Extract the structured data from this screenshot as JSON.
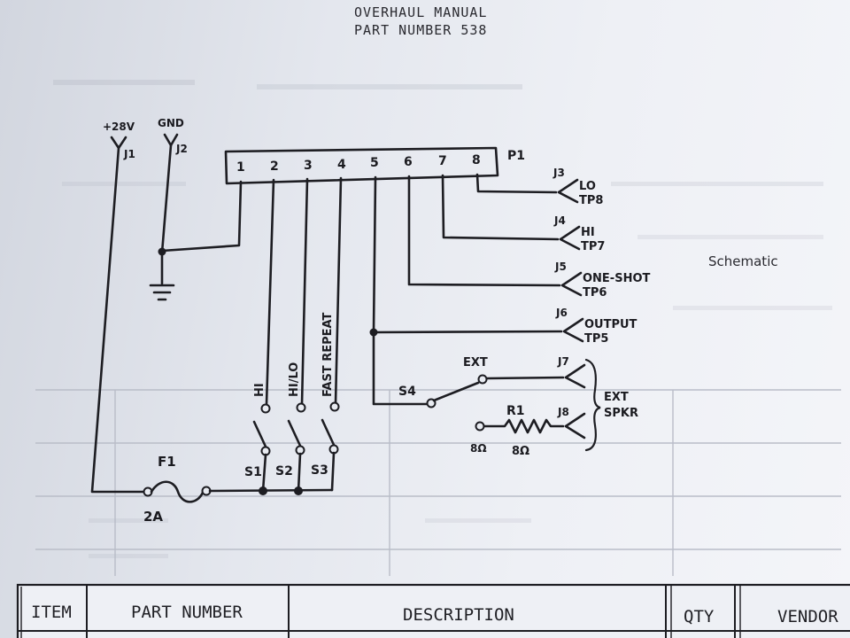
{
  "header": {
    "line1": "OVERHAUL MANUAL",
    "line2": "PART NUMBER 538"
  },
  "schematic_label": "Schematic",
  "power": {
    "plus28": "+28V",
    "j1": "J1",
    "gnd": "GND",
    "j2": "J2"
  },
  "connector": {
    "name": "P1",
    "pins": [
      "1",
      "2",
      "3",
      "4",
      "5",
      "6",
      "7",
      "8"
    ]
  },
  "jacks": [
    {
      "id": "J3",
      "line1": "LO",
      "line2": "TP8"
    },
    {
      "id": "J4",
      "line1": "HI",
      "line2": "TP7"
    },
    {
      "id": "J5",
      "line1": "ONE-SHOT",
      "line2": "TP6"
    },
    {
      "id": "J6",
      "line1": "OUTPUT",
      "line2": "TP5"
    }
  ],
  "switch_labels": {
    "hi": "HI",
    "hilo": "HI/LO",
    "fast_repeat": "FAST REPEAT",
    "s1": "S1",
    "s2": "S2",
    "s3": "S3",
    "s4": "S4",
    "ext": "EXT"
  },
  "fuse": {
    "name": "F1",
    "rating": "2A"
  },
  "resistor": {
    "name": "R1",
    "value": "8Ω",
    "end_label": "8Ω"
  },
  "speaker": {
    "j7": "J7",
    "j8": "J8",
    "line1": "EXT",
    "line2": "SPKR"
  },
  "table": {
    "columns": [
      "ITEM",
      "PART NUMBER",
      "DESCRIPTION",
      "QTY",
      "VENDOR"
    ]
  }
}
